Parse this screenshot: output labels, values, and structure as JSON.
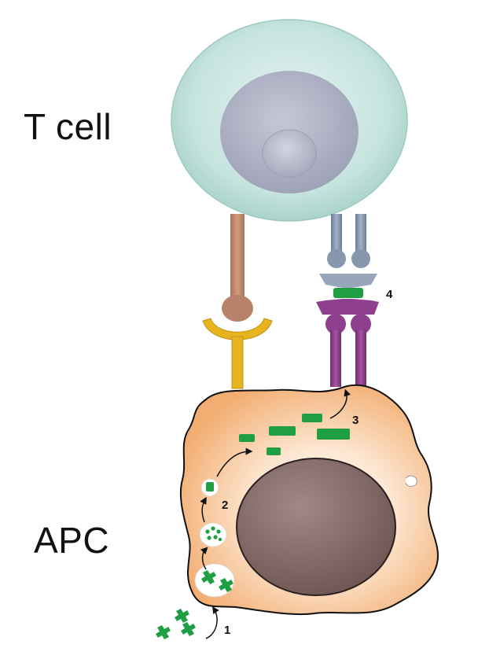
{
  "labels": {
    "t_cell": "T cell",
    "apc": "APC"
  },
  "steps": [
    "1",
    "2",
    "3",
    "4"
  ],
  "colors": {
    "t_cell_cytoplasm": "#c6e4de",
    "t_cell_nucleus": "#b4b7c8",
    "apc_cytoplasm": "#f4bd8c",
    "apc_nucleus": "#8e7470",
    "antigen_green": "#1f9e44",
    "tcr_chain": "#7f90a8",
    "mhc_purple": "#8e3f8e",
    "adhesion_stalk": "#c08a6c",
    "adhesion_receptor": "#e5b41f"
  }
}
